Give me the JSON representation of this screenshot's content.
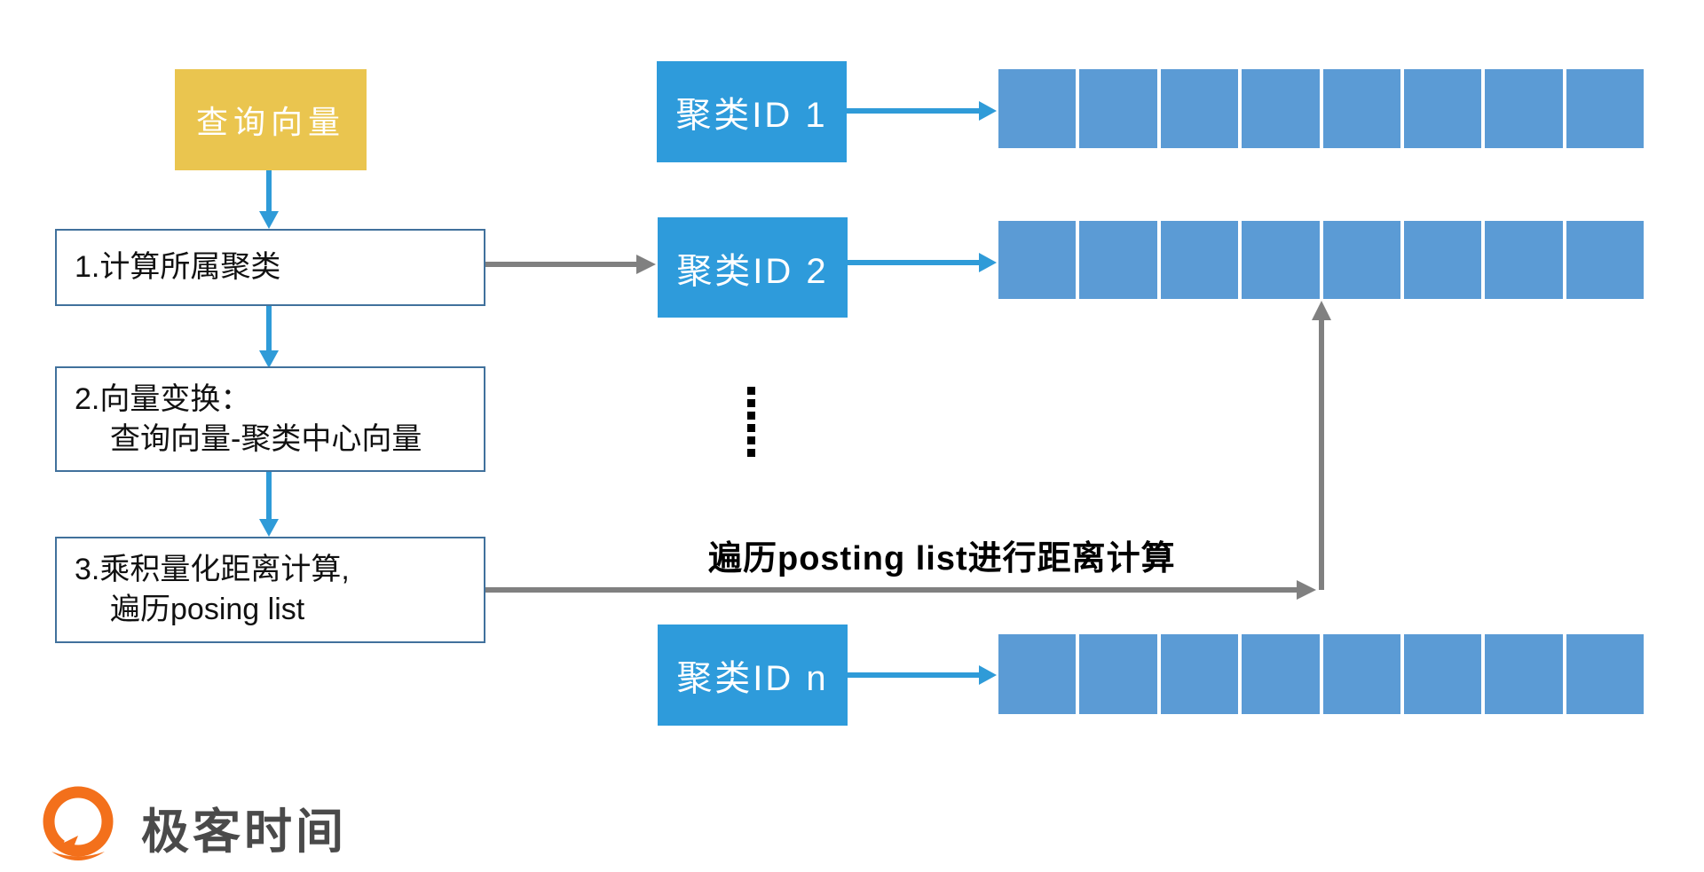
{
  "flow": {
    "query_label": "查询向量",
    "steps": [
      {
        "lines": [
          "1.计算所属聚类",
          ""
        ]
      },
      {
        "lines": [
          "2.向量变换：",
          "查询向量-聚类中心向量"
        ]
      },
      {
        "lines": [
          "3.乘积量化距离计算,",
          "遍历posing list"
        ]
      }
    ]
  },
  "clusters": [
    {
      "label": "聚类ID 1",
      "cells": 8
    },
    {
      "label": "聚类ID 2",
      "cells": 8
    },
    {
      "label": "聚类ID n",
      "cells": 8
    }
  ],
  "annotation": "遍历posting list进行距离计算",
  "logo": {
    "text": "极客时间"
  },
  "colors": {
    "accent_blue": "#2E9BDB",
    "cell_blue": "#5B9BD5",
    "arrow_blue": "#2F9BD8",
    "arrow_gray": "#808080",
    "box_border": "#41719C",
    "query_yellow": "#EAC54F",
    "logo_orange": "#F3701B",
    "logo_text_gray": "#4A4A4A"
  }
}
